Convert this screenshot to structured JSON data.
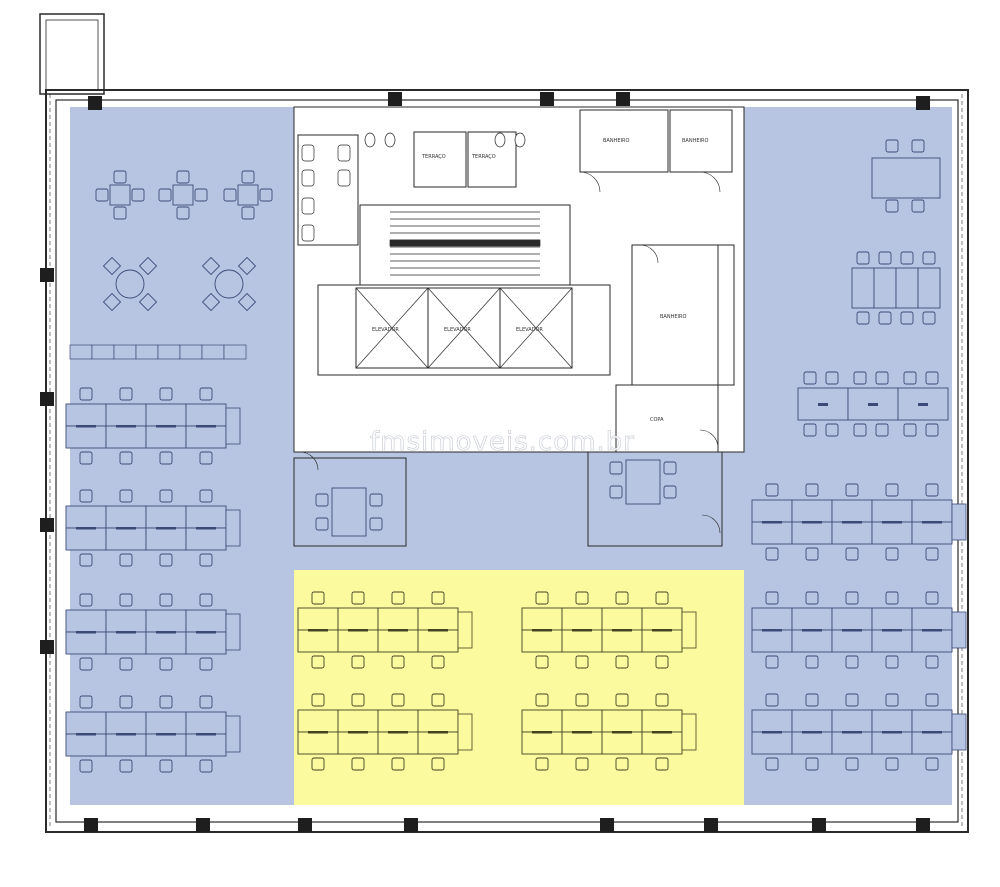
{
  "watermark": "fmsimoveis.com.br",
  "room_labels": {
    "banheiro_1": "BANHEIRO",
    "banheiro_2": "BANHEIRO",
    "banheiro_3": "BANHEIRO",
    "terraco_1": "TERRAÇO",
    "terraco_2": "TERRAÇO",
    "elevador_1": "ELEVADOR",
    "elevador_2": "ELEVADOR",
    "elevador_3": "ELEVADOR",
    "copa": "COPA"
  },
  "colors": {
    "blue_zone": "#b7c5e2",
    "yellow_zone": "#fbfa9e",
    "line": "#2a2a2a",
    "furniture_blue": "#3c4a78",
    "furniture_yellow": "#444422"
  }
}
